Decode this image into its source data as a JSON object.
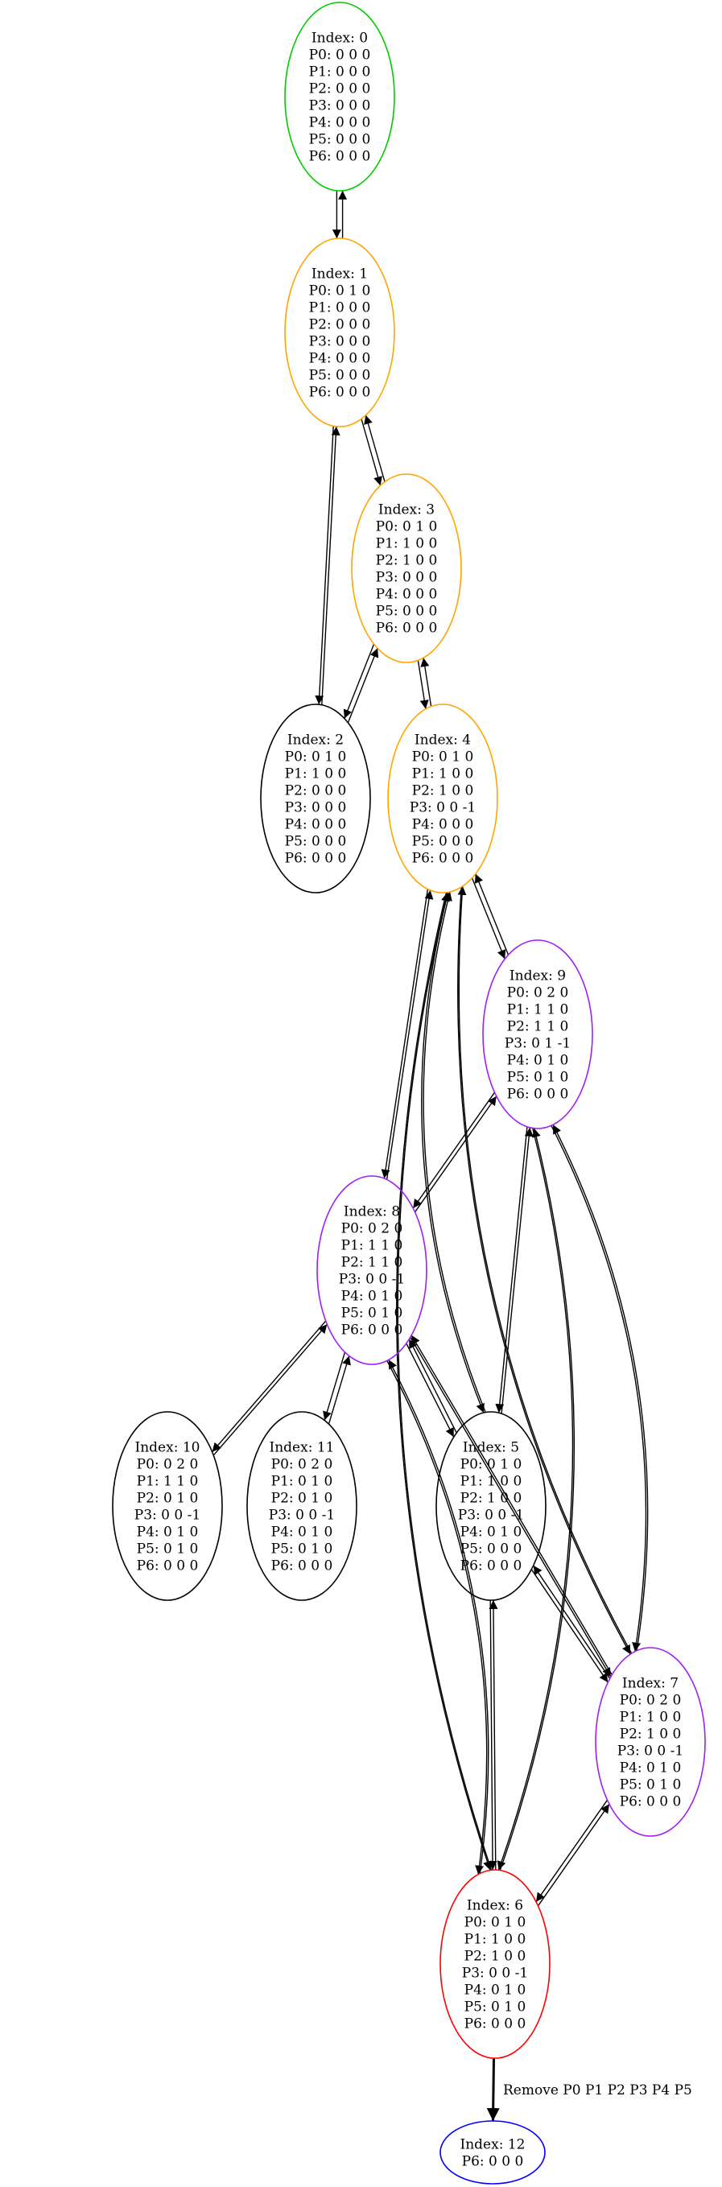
{
  "colors": {
    "green": "#00cc00",
    "orange": "#ffa500",
    "purple": "#a020f0",
    "red": "#ff0000",
    "blue": "#0000ff",
    "black": "#000000"
  },
  "nodes": [
    {
      "id": 0,
      "color": "green",
      "lines": [
        "Index: 0",
        "P0: 0 0 0",
        "P1: 0 0 0",
        "P2: 0 0 0",
        "P3: 0 0 0",
        "P4: 0 0 0",
        "P5: 0 0 0",
        "P6: 0 0 0"
      ]
    },
    {
      "id": 1,
      "color": "orange",
      "lines": [
        "Index: 1",
        "P0: 0 1 0",
        "P1: 0 0 0",
        "P2: 0 0 0",
        "P3: 0 0 0",
        "P4: 0 0 0",
        "P5: 0 0 0",
        "P6: 0 0 0"
      ]
    },
    {
      "id": 2,
      "color": "black",
      "lines": [
        "Index: 2",
        "P0: 0 1 0",
        "P1: 1 0 0",
        "P2: 0 0 0",
        "P3: 0 0 0",
        "P4: 0 0 0",
        "P5: 0 0 0",
        "P6: 0 0 0"
      ]
    },
    {
      "id": 3,
      "color": "orange",
      "lines": [
        "Index: 3",
        "P0: 0 1 0",
        "P1: 1 0 0",
        "P2: 1 0 0",
        "P3: 0 0 0",
        "P4: 0 0 0",
        "P5: 0 0 0",
        "P6: 0 0 0"
      ]
    },
    {
      "id": 4,
      "color": "orange",
      "lines": [
        "Index: 4",
        "P0: 0 1 0",
        "P1: 1 0 0",
        "P2: 1 0 0",
        "P3: 0 0 -1",
        "P4: 0 0 0",
        "P5: 0 0 0",
        "P6: 0 0 0"
      ]
    },
    {
      "id": 5,
      "color": "black",
      "lines": [
        "Index: 5",
        "P0: 0 1 0",
        "P1: 1 0 0",
        "P2: 1 0 0",
        "P3: 0 0 -1",
        "P4: 0 1 0",
        "P5: 0 0 0",
        "P6: 0 0 0"
      ]
    },
    {
      "id": 6,
      "color": "red",
      "lines": [
        "Index: 6",
        "P0: 0 1 0",
        "P1: 1 0 0",
        "P2: 1 0 0",
        "P3: 0 0 -1",
        "P4: 0 1 0",
        "P5: 0 1 0",
        "P6: 0 0 0"
      ]
    },
    {
      "id": 7,
      "color": "purple",
      "lines": [
        "Index: 7",
        "P0: 0 2 0",
        "P1: 1 0 0",
        "P2: 1 0 0",
        "P3: 0 0 -1",
        "P4: 0 1 0",
        "P5: 0 1 0",
        "P6: 0 0 0"
      ]
    },
    {
      "id": 8,
      "color": "purple",
      "lines": [
        "Index: 8",
        "P0: 0 2 0",
        "P1: 1 1 0",
        "P2: 1 1 0",
        "P3: 0 0 -1",
        "P4: 0 1 0",
        "P5: 0 1 0",
        "P6: 0 0 0"
      ]
    },
    {
      "id": 9,
      "color": "purple",
      "lines": [
        "Index: 9",
        "P0: 0 2 0",
        "P1: 1 1 0",
        "P2: 1 1 0",
        "P3: 0 1 -1",
        "P4: 0 1 0",
        "P5: 0 1 0",
        "P6: 0 0 0"
      ]
    },
    {
      "id": 10,
      "color": "black",
      "lines": [
        "Index: 10",
        "P0: 0 2 0",
        "P1: 1 1 0",
        "P2: 0 1 0",
        "P3: 0 0 -1",
        "P4: 0 1 0",
        "P5: 0 1 0",
        "P6: 0 0 0"
      ]
    },
    {
      "id": 11,
      "color": "black",
      "lines": [
        "Index: 11",
        "P0: 0 2 0",
        "P1: 0 1 0",
        "P2: 0 1 0",
        "P3: 0 0 -1",
        "P4: 0 1 0",
        "P5: 0 1 0",
        "P6: 0 0 0"
      ]
    },
    {
      "id": 12,
      "color": "blue",
      "lines": [
        "Index: 12",
        "P6: 0 0 0"
      ]
    }
  ],
  "edges": [
    {
      "from": 0,
      "to": 1
    },
    {
      "from": 1,
      "to": 0
    },
    {
      "from": 1,
      "to": 2
    },
    {
      "from": 2,
      "to": 1
    },
    {
      "from": 1,
      "to": 3
    },
    {
      "from": 3,
      "to": 1
    },
    {
      "from": 3,
      "to": 2
    },
    {
      "from": 2,
      "to": 3
    },
    {
      "from": 3,
      "to": 4
    },
    {
      "from": 4,
      "to": 3
    },
    {
      "from": 4,
      "to": 9
    },
    {
      "from": 9,
      "to": 4
    },
    {
      "from": 4,
      "to": 8
    },
    {
      "from": 8,
      "to": 4
    },
    {
      "from": 4,
      "to": 5
    },
    {
      "from": 5,
      "to": 4
    },
    {
      "from": 4,
      "to": 7
    },
    {
      "from": 7,
      "to": 4
    },
    {
      "from": 4,
      "to": 6
    },
    {
      "from": 6,
      "to": 4
    },
    {
      "from": 9,
      "to": 8
    },
    {
      "from": 8,
      "to": 9
    },
    {
      "from": 9,
      "to": 5
    },
    {
      "from": 5,
      "to": 9
    },
    {
      "from": 9,
      "to": 7
    },
    {
      "from": 7,
      "to": 9
    },
    {
      "from": 9,
      "to": 6
    },
    {
      "from": 6,
      "to": 9
    },
    {
      "from": 8,
      "to": 10
    },
    {
      "from": 10,
      "to": 8
    },
    {
      "from": 8,
      "to": 11
    },
    {
      "from": 11,
      "to": 8
    },
    {
      "from": 8,
      "to": 5
    },
    {
      "from": 5,
      "to": 8
    },
    {
      "from": 8,
      "to": 7
    },
    {
      "from": 7,
      "to": 8
    },
    {
      "from": 8,
      "to": 6
    },
    {
      "from": 6,
      "to": 8
    },
    {
      "from": 5,
      "to": 7
    },
    {
      "from": 7,
      "to": 5
    },
    {
      "from": 5,
      "to": 6
    },
    {
      "from": 6,
      "to": 5
    },
    {
      "from": 7,
      "to": 6
    },
    {
      "from": 6,
      "to": 7
    },
    {
      "from": 6,
      "to": 12,
      "label": "Remove P0 P1 P2 P3 P4 P5",
      "bold": true
    }
  ]
}
